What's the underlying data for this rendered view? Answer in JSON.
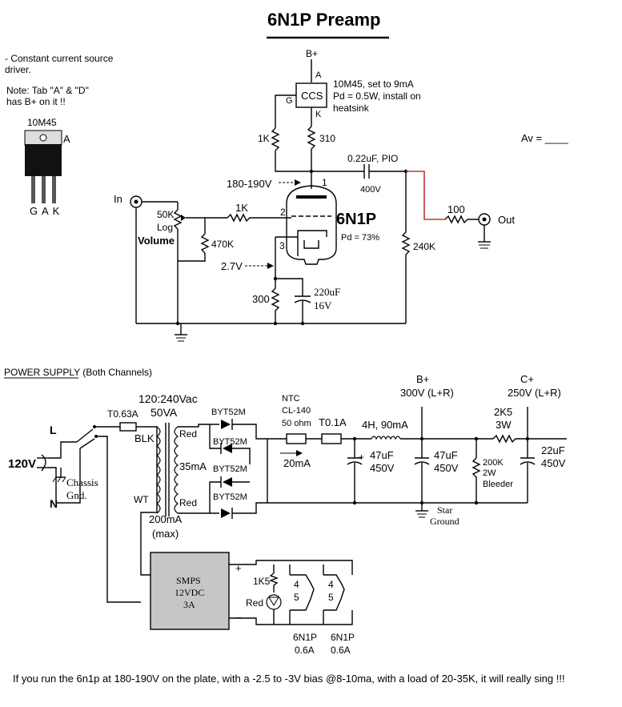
{
  "title": "6N1P Preamp",
  "notes": {
    "ccs_note": "- Constant current source driver.",
    "tab_note": "Note: Tab \"A\" & \"D\" has B+ on it !!",
    "part_number": "10M45",
    "pin_a": "A",
    "pins_gak": "G A K",
    "ccs_desc_1": "10M45, set to 9mA",
    "ccs_desc_2": "Pd = 0.5W, install on",
    "ccs_desc_3": "heatsink"
  },
  "preamp": {
    "bplus": "B+",
    "ccs": "CCS",
    "pin_A": "A",
    "pin_G": "G",
    "pin_K": "K",
    "r_1k_gate": "1K",
    "r_310": "310",
    "plate_voltage": "180-190V",
    "pin1": "1",
    "pin2": "2",
    "pin3": "3",
    "cap_coupling": "0.22uF, PIO",
    "cap_voltage": "400V",
    "tube": "6N1P",
    "tube_pd": "Pd = 73%",
    "input": "In",
    "pot_value": "50K",
    "pot_taper": "Log",
    "pot_name": "Volume",
    "r_grid": "1K",
    "r_470k": "470K",
    "cathode_voltage": "2.7V",
    "r_cathode": "300",
    "cap_cathode_1": "220uF",
    "cap_cathode_2": "16V",
    "r_240k": "240K",
    "r_100": "100",
    "output": "Out",
    "gain": "Av = ____"
  },
  "power_supply": {
    "heading": "POWER SUPPLY",
    "heading_sub": "(Both Channels)",
    "transformer_1": "120:240Vac",
    "transformer_2": "50VA",
    "fuse": "T0.63A",
    "L": "L",
    "N": "N",
    "mains": "120V",
    "chassis_1": "Chassis",
    "chassis_2": "Gnd.",
    "blk": "BLK",
    "wt": "WT",
    "red1": "Red",
    "red2": "Red",
    "ma35": "35mA",
    "ma200_1": "200mA",
    "ma200_2": "(max)",
    "d1": "BYT52M",
    "d2": "BYT52M",
    "d3": "BYT52M",
    "d4": "BYT52M",
    "ntc_1": "NTC",
    "ntc_2": "CL-140",
    "ntc_3": "50 ohm",
    "fuse2": "T0.1A",
    "current": "20mA",
    "choke": "4H, 90mA",
    "c1_1": "47uF",
    "c1_2": "450V",
    "c2_1": "47uF",
    "c2_2": "450V",
    "bplus_1": "B+",
    "bplus_2": "300V (L+R)",
    "cplus_1": "C+",
    "cplus_2": "250V (L+R)",
    "r_2k5_1": "2K5",
    "r_2k5_2": "3W",
    "bleeder_1": "200K",
    "bleeder_2": "2W",
    "bleeder_3": "Bleeder",
    "c3_1": "22uF",
    "c3_2": "450V",
    "star_1": "Star",
    "star_2": "Ground",
    "plus_sign": "+",
    "minus_sign": "–",
    "smps_1": "SMPS",
    "smps_2": "12VDC",
    "smps_3": "3A",
    "r_1k5": "1K5",
    "led": "Red",
    "h4a": "4",
    "h5a": "5",
    "h4b": "4",
    "h5b": "5",
    "tube_a_1": "6N1P",
    "tube_a_2": "0.6A",
    "tube_b_1": "6N1P",
    "tube_b_2": "0.6A"
  },
  "footer": "If you run the 6n1p at 180-190V on the plate, with a -2.5 to -3V bias @8-10ma, with a load of 20-35K, it will really sing !!!"
}
